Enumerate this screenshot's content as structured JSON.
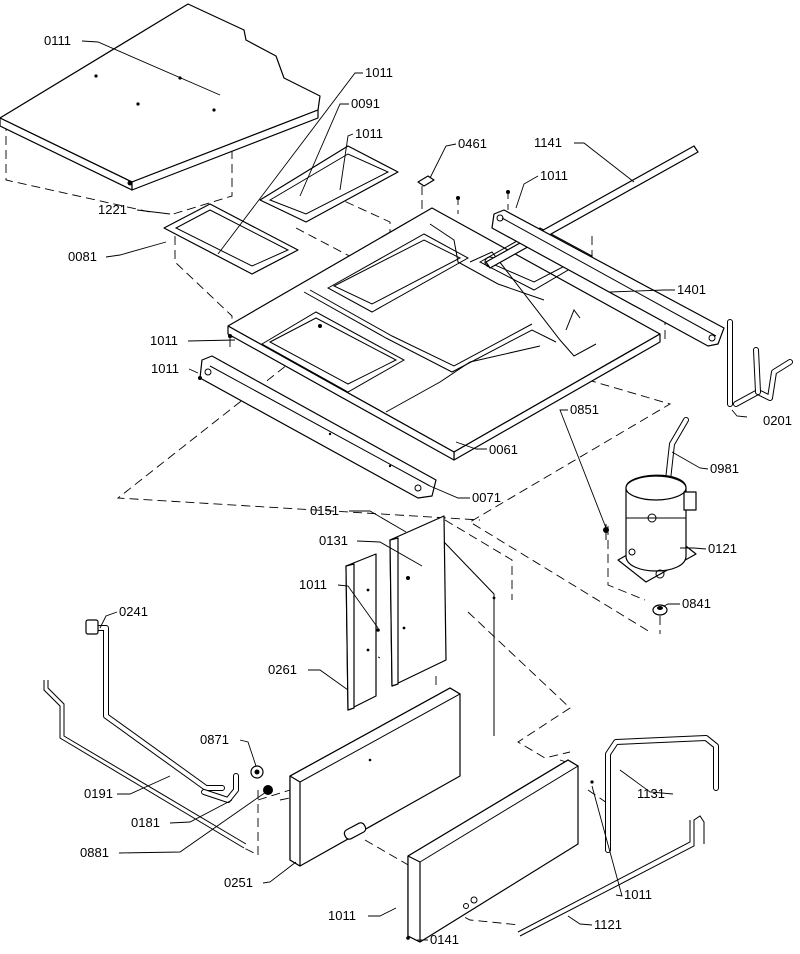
{
  "diagram": {
    "labels": {
      "top_cover": "0111",
      "screw_a": "1011",
      "panel_0091": "0091",
      "screw_b": "1011",
      "clip": "0461",
      "bracket_long": "1141",
      "screw_c": "1011",
      "gasket": "1221",
      "panel_0081": "0081",
      "rail_right": "1401",
      "screw_d": "1011",
      "screw_e": "1011",
      "tube_0201": "0201",
      "screw_0851": "0851",
      "base_pan": "0061",
      "tube_0981": "0981",
      "rail_left": "0071",
      "compressor": "0121",
      "panel_0151": "0151",
      "panel_0131": "0131",
      "screw_f": "1011",
      "grommet": "0841",
      "tube_0241": "0241",
      "panel_0261": "0261",
      "nut_0871": "0871",
      "tube_1131": "1131",
      "tube_0191": "0191",
      "tube_0181": "0181",
      "nut_0881": "0881",
      "screw_g": "1011",
      "panel_0251": "0251",
      "screw_h": "1011",
      "tube_1121": "1121",
      "panel_0141": "0141"
    }
  }
}
